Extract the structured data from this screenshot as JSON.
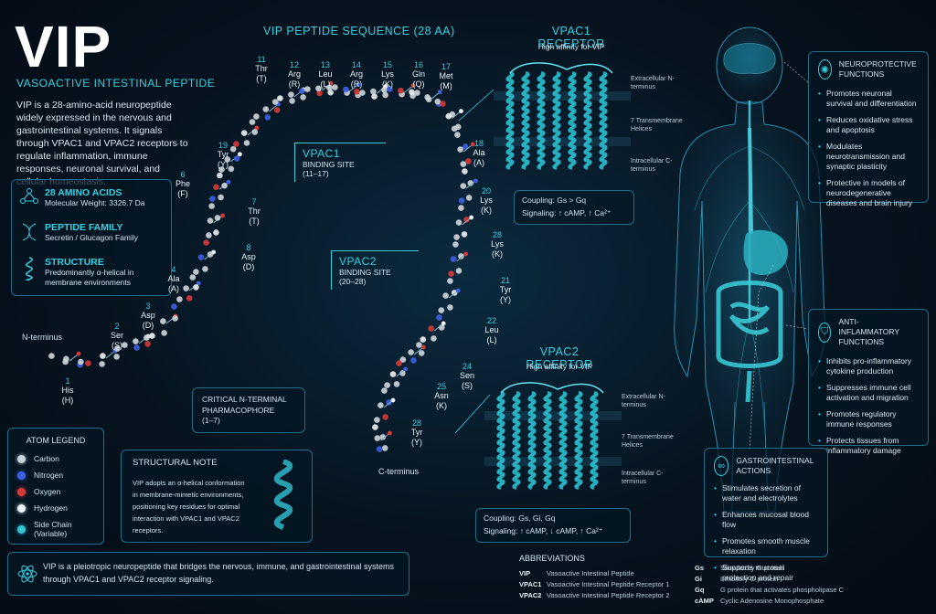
{
  "header": {
    "title": "VIP",
    "subtitle": "Vasoactive Intestinal Peptide",
    "intro": "VIP is a 28-amino-acid neuropeptide widely expressed in the nervous and gastrointestinal systems. It signals through VPAC1 and VPAC2 receptors to regulate inflammation, immune responses, neuronal survival, and cellular homeostasis."
  },
  "facts": [
    {
      "title": "28 Amino Acids",
      "sub": "Molecular Weight: 3326.7 Da",
      "icon": "molecule-icon"
    },
    {
      "title": "Peptide Family",
      "sub": "Secretin / Glucagon Family",
      "icon": "dna-icon"
    },
    {
      "title": "Structure",
      "sub": "Predominantly α-helical in membrane environments",
      "icon": "helix-icon"
    }
  ],
  "sequence": {
    "title": "VIP Peptide Sequence (28 AA)",
    "n_terminus": "N-terminus",
    "c_terminus": "C-terminus",
    "residues": [
      {
        "num": "1",
        "name": "His",
        "abbr": "(H)"
      },
      {
        "num": "2",
        "name": "Ser",
        "abbr": "(S)"
      },
      {
        "num": "3",
        "name": "Asp",
        "abbr": "(D)"
      },
      {
        "num": "4",
        "name": "Ala",
        "abbr": "(A)"
      },
      {
        "num": "6",
        "name": "Phe",
        "abbr": "(F)"
      },
      {
        "num": "7",
        "name": "Thr",
        "abbr": "(T)"
      },
      {
        "num": "8",
        "name": "Asp",
        "abbr": "(D)"
      },
      {
        "num": "19",
        "name": "Tyr",
        "abbr": "(Y)"
      },
      {
        "num": "11",
        "name": "Thr",
        "abbr": "(T)"
      },
      {
        "num": "12",
        "name": "Arg",
        "abbr": "(R)"
      },
      {
        "num": "13",
        "name": "Leu",
        "abbr": "(L)"
      },
      {
        "num": "14",
        "name": "Arg",
        "abbr": "(R)"
      },
      {
        "num": "15",
        "name": "Lys",
        "abbr": "(K)"
      },
      {
        "num": "16",
        "name": "Gln",
        "abbr": "(Q)"
      },
      {
        "num": "17",
        "name": "Met",
        "abbr": "(M)"
      },
      {
        "num": "18",
        "name": "Ala",
        "abbr": "(A)"
      },
      {
        "num": "20",
        "name": "Lys",
        "abbr": "(K)"
      },
      {
        "num": "28",
        "name": "Lys",
        "abbr": "(K)"
      },
      {
        "num": "21",
        "name": "Tyr",
        "abbr": "(Y)"
      },
      {
        "num": "22",
        "name": "Leu",
        "abbr": "(L)"
      },
      {
        "num": "24",
        "name": "Sen",
        "abbr": "(S)"
      },
      {
        "num": "25",
        "name": "Asn",
        "abbr": "(K)"
      },
      {
        "num": "28",
        "name": "Tyr",
        "abbr": "(Y)"
      }
    ]
  },
  "binding_sites": [
    {
      "title": "VPAC1",
      "label": "Binding Site",
      "range": "(11–17)"
    },
    {
      "title": "VPAC2",
      "label": "Binding Site",
      "range": "(20–28)"
    }
  ],
  "pharmacophore": {
    "title": "Critical N-Terminal Pharmacophore",
    "range": "(1–7)"
  },
  "legend": {
    "title": "Atom Legend",
    "items": [
      {
        "label": "Carbon",
        "color": "#c9d3da"
      },
      {
        "label": "Nitrogen",
        "color": "#3f5fe0"
      },
      {
        "label": "Oxygen",
        "color": "#d43a3a"
      },
      {
        "label": "Hydrogen",
        "color": "#eef2f5"
      },
      {
        "label": "Side Chain (Variable)",
        "color": "#35c6d4"
      }
    ]
  },
  "structural_note": {
    "title": "Structural Note",
    "text": "VIP adopts an α-helical conformation in membrane-mimetic environments, positioning key residues for optimal interaction with VPAC1 and VPAC2 receptors."
  },
  "footer": {
    "text": "VIP is a pleiotropic neuropeptide that bridges the nervous, immune, and gastrointestinal systems through VPAC1 and VPAC2 receptor signaling."
  },
  "vpac1": {
    "title": "VPAC1 Receptor",
    "affinity": "High affinity for VIP",
    "labels": [
      "Extracellular N-terminus",
      "7 Transmembrane Helices",
      "Intracellular C-terminus"
    ],
    "coupling": "Coupling: Gs > Gq",
    "signaling": "Signaling: ↑ cAMP, ↑ Ca²⁺"
  },
  "vpac2": {
    "title": "VPAC2 Receptor",
    "affinity": "High affinity for VIP",
    "labels": [
      "Extracellular N-terminus",
      "7 Transmembrane Helices",
      "Intracellular C-terminus"
    ],
    "coupling": "Coupling: Gs, Gi, Gq",
    "signaling": "Signaling: ↑ cAMP, ↓ cAMP, ↑ Ca²⁺"
  },
  "abbreviations": {
    "title": "Abbreviations",
    "left": [
      {
        "k": "VIP",
        "v": "Vasoactive Intestinal Peptide"
      },
      {
        "k": "VPAC1",
        "v": "Vasoactive Intestinal Peptide Receptor 1"
      },
      {
        "k": "VPAC2",
        "v": "Vasoactive Intestinal Peptide Receptor 2"
      }
    ],
    "right": [
      {
        "k": "Gs",
        "v": "Stimulatory G protein"
      },
      {
        "k": "Gi",
        "v": "Inhibitory G protein"
      },
      {
        "k": "Gq",
        "v": "G protein that activates phospholipase C"
      },
      {
        "k": "cAMP",
        "v": "Cyclic Adenosine Monophosphate"
      }
    ]
  },
  "functions": {
    "neuro": {
      "title": "Neuroprotective Functions",
      "items": [
        "Promotes neuronal survival and differentiation",
        "Reduces oxidative stress and apoptosis",
        "Modulates neurotransmission and synaptic plasticity",
        "Protective in models of neurodegenerative diseases and brain injury"
      ]
    },
    "anti": {
      "title": "Anti-Inflammatory Functions",
      "items": [
        "Inhibits pro-inflammatory cytokine production",
        "Suppresses immune cell activation and migration",
        "Promotes regulatory immune responses",
        "Protects tissues from inflammatory damage"
      ]
    },
    "gi": {
      "title": "Gastrointestinal Actions",
      "items": [
        "Stimulates secretion of water and electrolytes",
        "Enhances mucosal blood flow",
        "Promotes smooth muscle relaxation",
        "Supports mucosal protection and repair"
      ]
    }
  }
}
